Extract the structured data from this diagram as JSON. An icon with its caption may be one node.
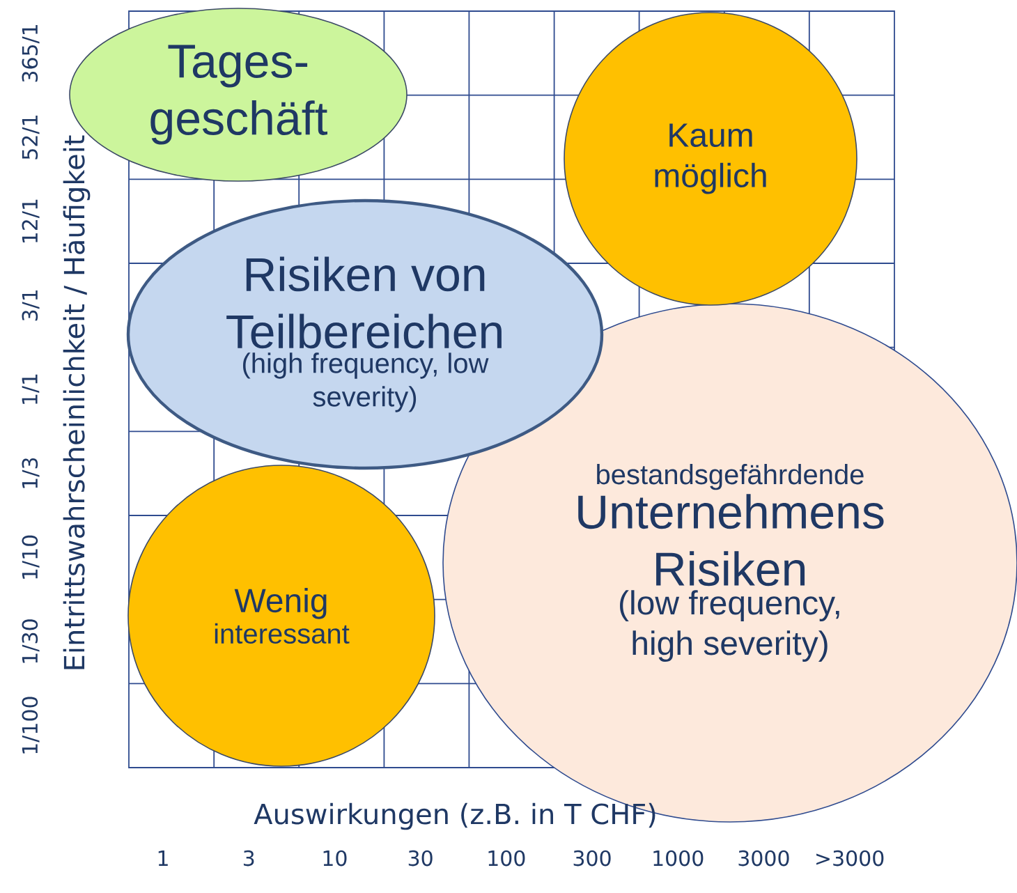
{
  "diagram": {
    "nodes": [
      {
        "text": [
          "Tages- geschäft"
        ]
      },
      {
        "text": [
          "Kaum möglich"
        ]
      },
      {
        "text": [
          "Risiken von Teilbereichen",
          "(high frequency, low severity)"
        ]
      },
      {
        "text": [
          "bestandsgefährdende",
          "Unternehmens Risiken",
          "(low frequency, high severity)"
        ]
      },
      {
        "text": [
          "Wenig",
          "interessant"
        ]
      }
    ],
    "labels": [
      "Eintrittswahrscheinlichkeit / Häufigkeit",
      "365/1",
      "52/1",
      "12/1",
      "3/1",
      "1/1",
      "1/3",
      "1/10",
      "1/30",
      "1/100",
      "Auswirkungen (z.B. in T CHF)",
      "1",
      "3",
      "10",
      "30",
      "100",
      "300",
      "1000",
      "3000",
      ">3000"
    ]
  }
}
